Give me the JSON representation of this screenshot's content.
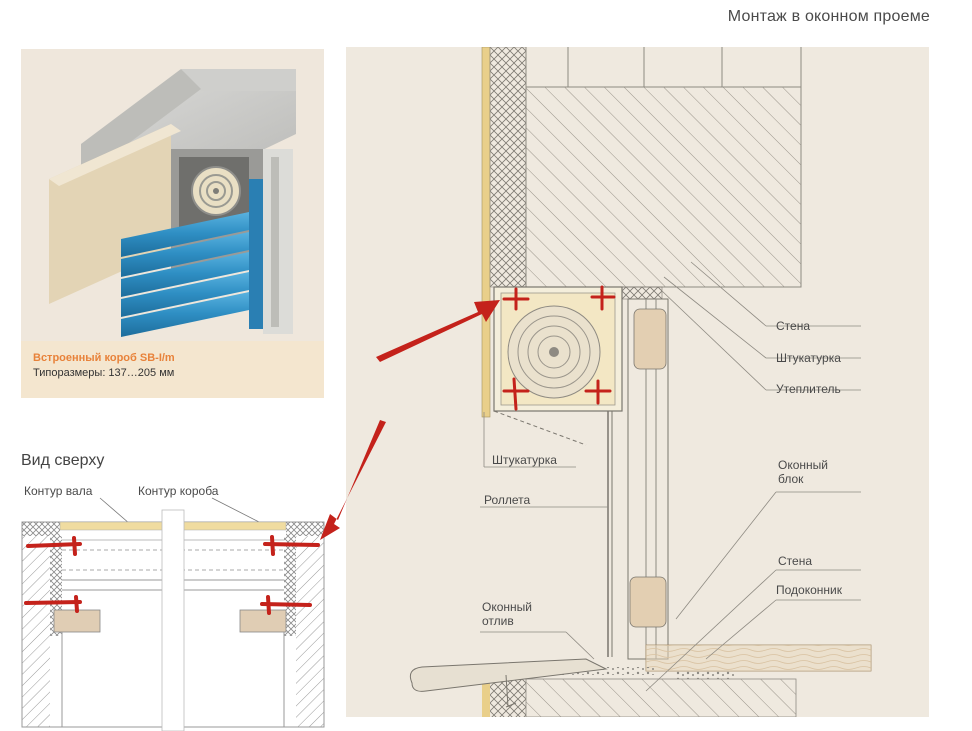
{
  "header": {
    "title": "Монтаж в оконном проеме"
  },
  "product": {
    "title": "Встроенный короб SB-I/m",
    "sizes": "Типоразмеры: 137…205 мм"
  },
  "top_view": {
    "title": "Вид сверху",
    "shaft_contour_label": "Контур вала",
    "box_contour_label": "Контур короба"
  },
  "section_labels": {
    "wall_top": "Стена",
    "plaster_right": "Штукатурка",
    "insulation": "Утеплитель",
    "plaster_left": "Штукатурка",
    "window_block": "Оконный\nблок",
    "roller_shutter": "Роллета",
    "wall_bottom": "Стена",
    "windowsill": "Подоконник",
    "drip": "Оконный\nотлив"
  },
  "colors": {
    "accent": "#e8823a",
    "arrow": "#c4221b",
    "panel_bg": "#efe9df",
    "caption_bg": "#f4e6cf",
    "shutter_blue": "#2f8fc4"
  }
}
